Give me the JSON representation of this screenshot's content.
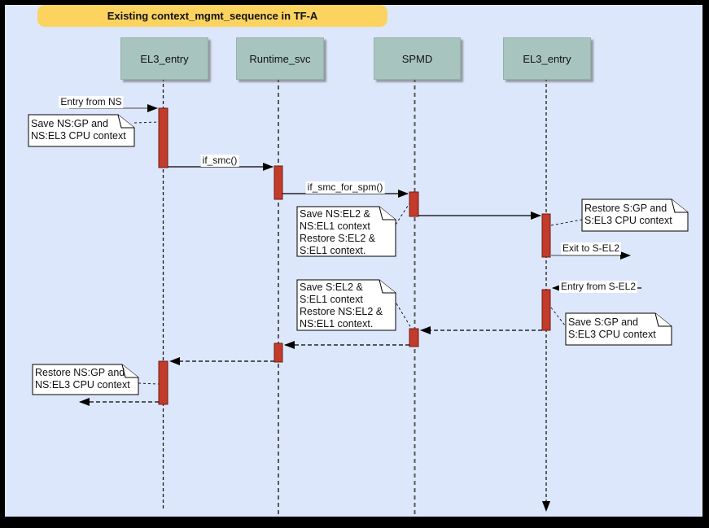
{
  "title": "Existing context_mgmt_sequence in TF-A",
  "lifelines": [
    {
      "label": "EL3_entry"
    },
    {
      "label": "Runtime_svc"
    },
    {
      "label": "SPMD"
    },
    {
      "label": "EL3_entry"
    }
  ],
  "messages": {
    "entry_from_ns": "Entry from NS",
    "if_smc": "if_smc()",
    "if_smc_for_spm": "if_smc_for_spm()",
    "exit_to_s_el2": "Exit to S-EL2",
    "entry_from_s_el2": "Entry from S-EL2"
  },
  "notes": [
    {
      "text": "Save NS:GP and\nNS:EL3 CPU context"
    },
    {
      "text": "Save NS:EL2 &\nNS:EL1 context\nRestore S:EL2 &\nS:EL1 context."
    },
    {
      "text": "Restore S:GP and\nS:EL3 CPU context"
    },
    {
      "text": "Save S:EL2 &\nS:EL1 context\nRestore NS:EL2 &\nNS:EL1 context."
    },
    {
      "text": "Save S:GP and\nS:EL3 CPU context"
    },
    {
      "text": "Restore NS:GP and\nNS:EL3 CPU context"
    }
  ],
  "colors": {
    "background": "#DCE7FB",
    "frame_border": "#000000",
    "title_bg": "#FCD35F",
    "lifeline_header_bg": "#A8C4BE",
    "activation_fill": "#C33B2B",
    "activation_border": "#701C10",
    "note_bg": "#FFFFFF"
  }
}
